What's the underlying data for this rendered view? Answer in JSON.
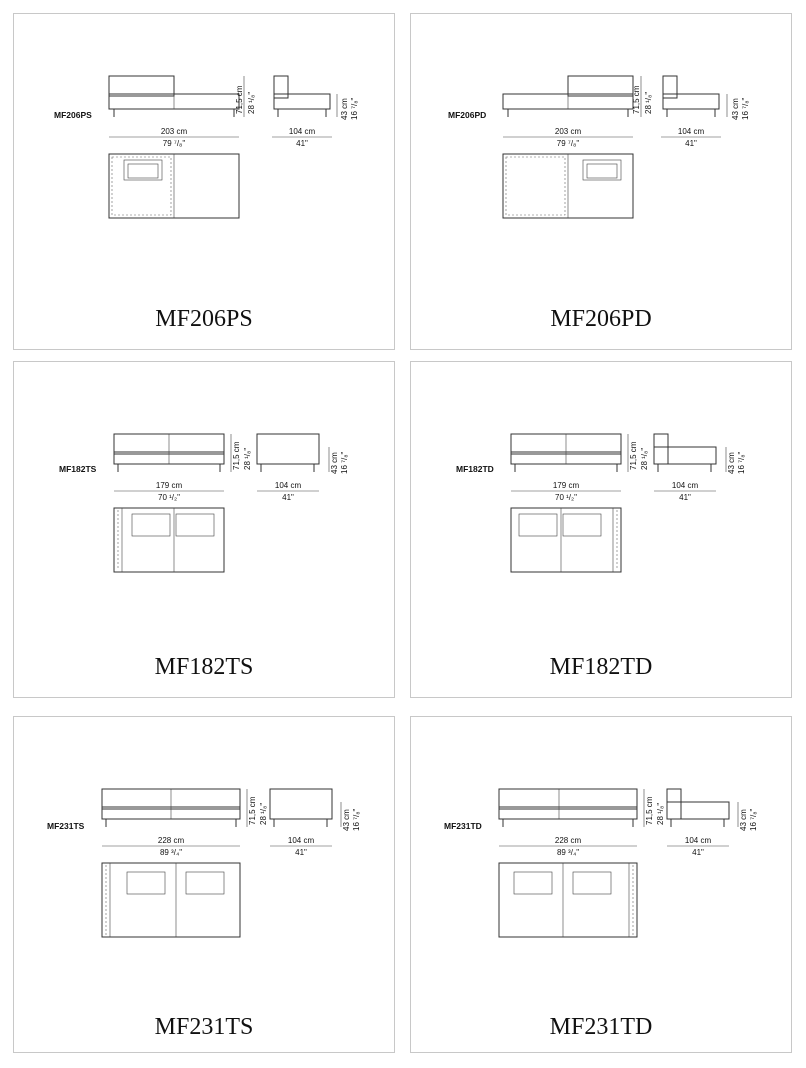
{
  "cards": [
    {
      "title": "MF206PS",
      "code": "MF206PS",
      "width_cm": "203 cm",
      "width_in": "79 ⁷/₈\"",
      "height_cm": "71,5 cm",
      "height_in": "28 ¹/₈\"",
      "depth_cm": "104 cm",
      "depth_in": "41\"",
      "seat_cm": "43 cm",
      "seat_in": "16 ⁷/₈\"",
      "arm": "chaise-left"
    },
    {
      "title": "MF206PD",
      "code": "MF206PD",
      "width_cm": "203 cm",
      "width_in": "79 ⁷/₈\"",
      "height_cm": "71,5 cm",
      "height_in": "28 ¹/₈\"",
      "depth_cm": "104 cm",
      "depth_in": "41\"",
      "seat_cm": "43 cm",
      "seat_in": "16 ⁷/₈\"",
      "arm": "chaise-right"
    },
    {
      "title": "MF182TS",
      "code": "MF182TS",
      "width_cm": "179 cm",
      "width_in": "70 ¹/₂\"",
      "height_cm": "71,5 cm",
      "height_in": "28 ¹/₈\"",
      "depth_cm": "104 cm",
      "depth_in": "41\"",
      "seat_cm": "43 cm",
      "seat_in": "16 ⁷/₈\"",
      "arm": "left"
    },
    {
      "title": "MF182TD",
      "code": "MF182TD",
      "width_cm": "179 cm",
      "width_in": "70 ¹/₂\"",
      "height_cm": "71,5 cm",
      "height_in": "28 ¹/₈\"",
      "depth_cm": "104 cm",
      "depth_in": "41\"",
      "seat_cm": "43 cm",
      "seat_in": "16 ⁷/₈\"",
      "arm": "right"
    },
    {
      "title": "MF231TS",
      "code": "MF231TS",
      "width_cm": "228 cm",
      "width_in": "89 ³/₄\"",
      "height_cm": "71,5 cm",
      "height_in": "28 ¹/₈\"",
      "depth_cm": "104 cm",
      "depth_in": "41\"",
      "seat_cm": "43 cm",
      "seat_in": "16 ⁷/₈\"",
      "arm": "left"
    },
    {
      "title": "MF231TD",
      "code": "MF231TD",
      "width_cm": "228 cm",
      "width_in": "89 ³/₄\"",
      "height_cm": "71,5 cm",
      "height_in": "28 ¹/₈\"",
      "depth_cm": "104 cm",
      "depth_in": "41\"",
      "seat_cm": "43 cm",
      "seat_in": "16 ⁷/₈\"",
      "arm": "right"
    }
  ]
}
